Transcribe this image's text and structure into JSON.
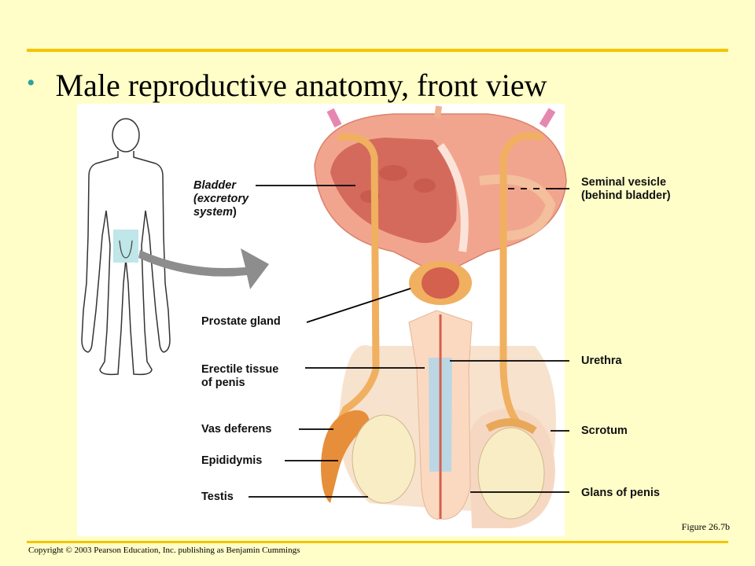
{
  "slide": {
    "bullet": "•",
    "title": "Male reproductive anatomy, front view",
    "figure_ref": "Figure 26.7b",
    "copyright": "Copyright © 2003 Pearson Education, Inc. publishing as Benjamin Cummings"
  },
  "labels": {
    "bladder": {
      "line1": "Bladder",
      "line2": "(excretory",
      "line3_main": "system",
      "line3_paren": ")"
    },
    "seminal_vesicle": {
      "line1": "Seminal vesicle",
      "line2": "(behind bladder)"
    },
    "prostate": "Prostate gland",
    "erectile": {
      "line1": "Erectile tissue",
      "line2": "of penis"
    },
    "urethra": "Urethra",
    "vas_deferens": "Vas deferens",
    "scrotum": "Scrotum",
    "epididymis": "Epididymis",
    "glans": "Glans of penis",
    "testis": "Testis"
  },
  "colors": {
    "background": "#fffec8",
    "rule": "#f5c400",
    "bullet": "#2aa39f",
    "bladder_wall": "#f2a58e",
    "bladder_interior": "#d46a5c",
    "duct": "#f0b060",
    "skin": "#fbd9c0",
    "testis": "#f8edc4",
    "epididymis": "#e78e3a"
  }
}
